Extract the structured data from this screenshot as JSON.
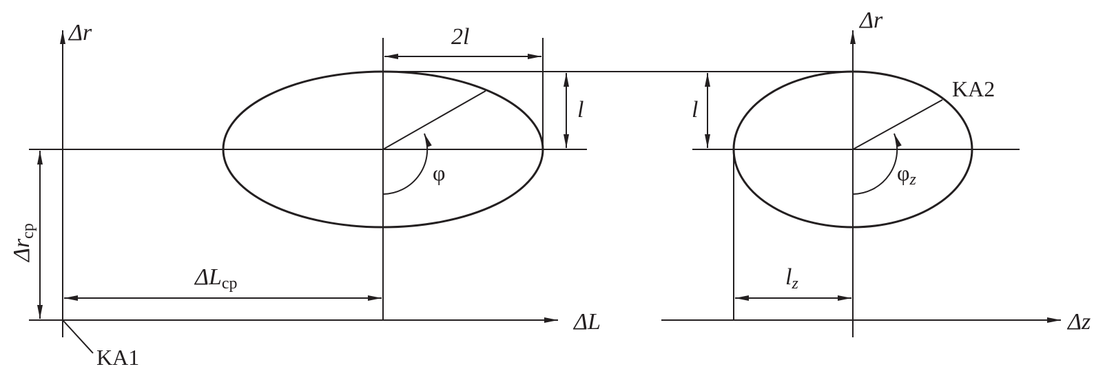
{
  "labels": {
    "delta_r_left": "Δr",
    "delta_r_right": "Δr",
    "two_l": "2l",
    "l_left": "l",
    "l_right": "l",
    "ka2": "KA2",
    "ka1": "KA1",
    "phi": "φ",
    "phi_z_base": "φ",
    "phi_z_sub": "z",
    "delta_r_cp_base": "Δr",
    "delta_r_cp_sub": "cp",
    "delta_L_cp_base": "ΔL",
    "delta_L_cp_sub": "cp",
    "delta_L": "ΔL",
    "l_z_base": "l",
    "l_z_sub": "z",
    "delta_z": "Δz"
  },
  "colors": {
    "ink": "#231f20"
  }
}
